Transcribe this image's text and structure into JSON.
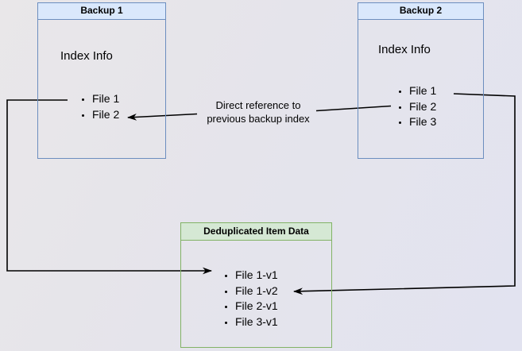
{
  "boxes": {
    "backup1": {
      "title": "Backup 1",
      "subtitle": "Index Info",
      "files": [
        "File 1",
        "File 2"
      ]
    },
    "backup2": {
      "title": "Backup 2",
      "subtitle": "Index Info",
      "files": [
        "File 1",
        "File 2",
        "File 3"
      ]
    },
    "dedup": {
      "title": "Deduplicated Item Data",
      "files": [
        "File 1-v1",
        "File 1-v2",
        "File 2-v1",
        "File 3-v1"
      ]
    }
  },
  "labels": {
    "direct_reference_line1": "Direct reference to",
    "direct_reference_line2": "previous backup index"
  },
  "colors": {
    "blue_header_fill": "#dae8fc",
    "blue_border": "#6c8ebf",
    "green_header_fill": "#d5e8d4",
    "green_border": "#82b366",
    "arrow": "#000000"
  }
}
